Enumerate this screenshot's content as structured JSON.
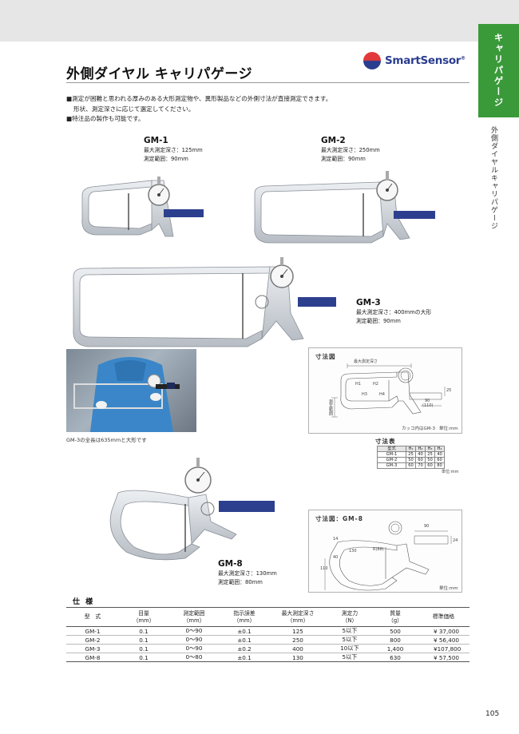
{
  "side_tab": {
    "label": "キャリパゲージ",
    "sub_label": "外側ダイヤルキャリパゲージ"
  },
  "header": {
    "title": "外側ダイヤル キャリパゲージ"
  },
  "logo": {
    "text": "SmartSensor",
    "mark": "®"
  },
  "intro": {
    "lines": [
      "■測定が困難と思われる厚みのある大形測定物や、異形製品などの外側寸法が直接測定できます。",
      "形状、測定深さに応じて選定してください。",
      "■特注品の製作も可能です。"
    ]
  },
  "models": [
    {
      "name": "GM-1",
      "depth": "最大測定深さ：125mm",
      "range": "測定範囲：90mm"
    },
    {
      "name": "GM-2",
      "depth": "最大測定深さ：250mm",
      "range": "測定範囲：90mm"
    },
    {
      "name": "GM-3",
      "depth": "最大測定深さ：400mmの大形",
      "range": "測定範囲：90mm"
    },
    {
      "name": "GM-8",
      "depth": "最大測定深さ：130mm",
      "range": "測定範囲：80mm"
    }
  ],
  "photo_caption": "GM-3の全長は635mmと大形です",
  "dim1": {
    "title": "寸法図",
    "label_depth": "最大測定深さ",
    "label_range": "測定範囲",
    "h1": "H1",
    "h2": "H2",
    "h3": "H3",
    "h4": "H4",
    "d90": "90",
    "d110": "(110)",
    "d25": "25",
    "note": "カッコ内はGM-3",
    "unit": "単位:mm"
  },
  "small_table": {
    "title": "寸法表",
    "headers": [
      "型式",
      "H₁",
      "H₂",
      "H₃",
      "H₄"
    ],
    "rows": [
      [
        "GM-1",
        "25",
        "40",
        "25",
        "40"
      ],
      [
        "GM-2",
        "50",
        "60",
        "50",
        "60"
      ],
      [
        "GM-3",
        "60",
        "70",
        "60",
        "80"
      ]
    ],
    "unit": "単位:mm"
  },
  "dim2": {
    "title": "寸法図：GM-8",
    "d90": "90",
    "d14": "14",
    "d24": "24",
    "d130": "130",
    "d40": "40",
    "d110": "110",
    "r": "R(88)",
    "unit": "単位:mm"
  },
  "spec": {
    "title": "仕 様",
    "headers": [
      "型　式",
      "目量\n（mm）",
      "測定範囲\n（mm）",
      "指示誤差\n（mm）",
      "最大測定深さ\n（mm）",
      "測定力\n（N）",
      "質量\n（g）",
      "標準価格"
    ],
    "rows": [
      [
        "GM-1",
        "0.1",
        "0〜90",
        "±0.1",
        "125",
        "5以下",
        "500",
        "¥ 37,000"
      ],
      [
        "GM-2",
        "0.1",
        "0〜90",
        "±0.1",
        "250",
        "5以下",
        "800",
        "¥ 56,400"
      ],
      [
        "GM-3",
        "0.1",
        "0〜90",
        "±0.2",
        "400",
        "10以下",
        "1,400",
        "¥107,800"
      ],
      [
        "GM-8",
        "0.1",
        "0〜80",
        "±0.1",
        "130",
        "5以下",
        "630",
        "¥ 57,500"
      ]
    ]
  },
  "page_number": "105",
  "colors": {
    "green": "#3a9a3a",
    "blue_grip": "#2c3f8f",
    "brand_blue": "#2a3d8f",
    "brand_red": "#e23a3a"
  }
}
